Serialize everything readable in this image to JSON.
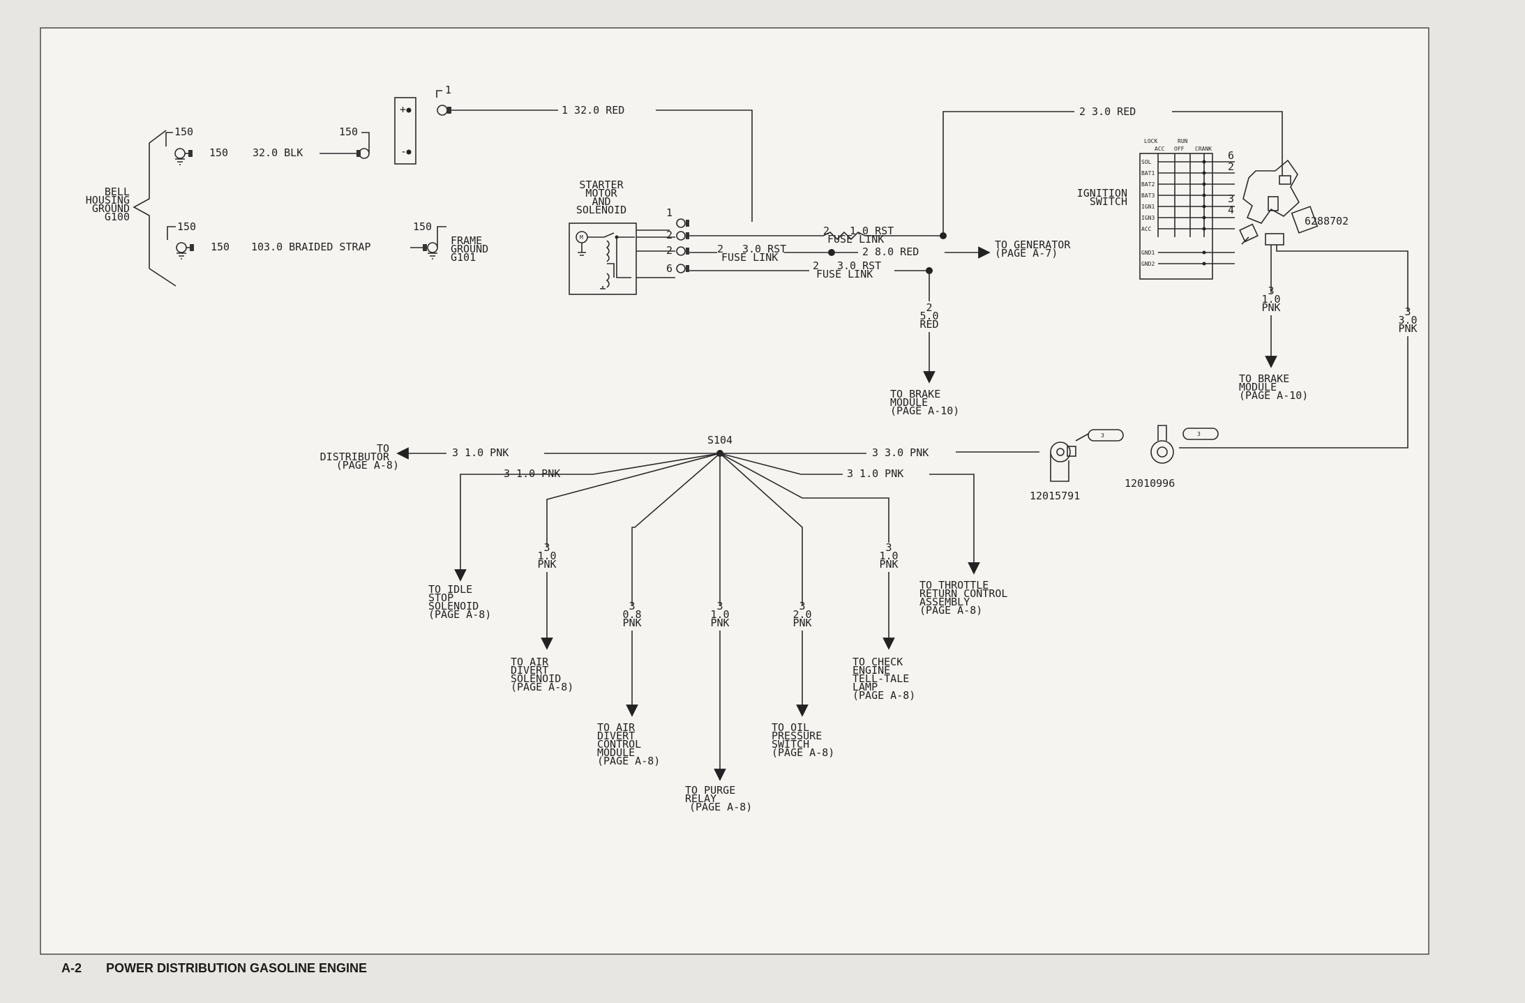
{
  "footer": {
    "page": "A-2",
    "title": "POWER DISTRIBUTION GASOLINE ENGINE"
  },
  "bell_housing_ground": {
    "lines": [
      "BELL",
      "HOUSING",
      "GROUND",
      "G100"
    ]
  },
  "frame_ground": {
    "lines": [
      "FRAME",
      "GROUND",
      "G101"
    ]
  },
  "ground_wires": [
    {
      "left_term": "150",
      "right_term": "150",
      "label": "150",
      "wire": "32.0 BLK"
    },
    {
      "left_term": "150",
      "right_term": "150",
      "label": "150",
      "wire": "103.0 BRAIDED STRAP"
    }
  ],
  "battery": {
    "plus": "+",
    "minus": "-",
    "term": "1"
  },
  "starter": {
    "lines": [
      "STARTER",
      "MOTOR",
      "AND",
      "SOLENOID"
    ],
    "motor_symbol": "M",
    "pins": [
      "1",
      "2",
      "2",
      "6"
    ]
  },
  "wires": {
    "battery_to_starter": "1   32.0 RED",
    "to_ignition": "2   3.0 RED",
    "fl1_circuit": "2",
    "fl1_size": "1.0 RST",
    "fl1_name": "FUSE LINK",
    "fl2_circuit": "2",
    "fl2_size": "3.0 RST",
    "fl2_name": "FUSE LINK",
    "fl3_circuit": "2",
    "fl3_size": "3.0 RST",
    "fl3_name": "FUSE LINK",
    "generator_wire": "2   8.0 RED",
    "brake_wire": [
      "2",
      "5.0",
      "RED"
    ],
    "pnk_to_s104": "3   3.0 PNK",
    "ign_to_brake": [
      "3",
      "1.0",
      "PNK"
    ],
    "ign_to_conn": [
      "3",
      "3.0",
      "PNK"
    ]
  },
  "destinations": {
    "generator": [
      "TO GENERATOR",
      "(PAGE A-7)"
    ],
    "brake_module_1": [
      "TO BRAKE",
      "MODULE",
      "(PAGE A-10)"
    ],
    "brake_module_2": [
      "TO BRAKE",
      "MODULE",
      "(PAGE A-10)"
    ]
  },
  "ignition_switch": {
    "label": [
      "IGNITION",
      "SWITCH"
    ],
    "part": "6288702",
    "positions": [
      "LOCK",
      "RUN",
      "ACC",
      "OFF",
      "CRANK"
    ],
    "rows": [
      "SOL",
      "BAT1",
      "BAT2",
      "BAT3",
      "IGN1",
      "IGN3",
      "ACC",
      "GND1",
      "GND2"
    ],
    "pin_numbers": [
      "6",
      "2",
      "3",
      "4"
    ]
  },
  "connectors": [
    {
      "part": "12015791",
      "pin": "3"
    },
    {
      "part": "12010996",
      "pin": "3"
    }
  ],
  "splice": {
    "name": "S104",
    "branches": [
      {
        "wire": "3   1.0 PNK",
        "dest": [
          "TO",
          "DISTRIBUTOR",
          "(PAGE A-8)"
        ]
      },
      {
        "wire": "3   1.0 PNK",
        "dest": [
          "TO IDLE",
          "STOP",
          "SOLENOID",
          "(PAGE A-8)"
        ]
      },
      {
        "wire": [
          "3",
          "1.0",
          "PNK"
        ],
        "dest": [
          "TO AIR",
          "DIVERT",
          "SOLENOID",
          "(PAGE A-8)"
        ]
      },
      {
        "wire": [
          "3",
          "0.8",
          "PNK"
        ],
        "dest": [
          "TO AIR",
          "DIVERT",
          "CONTROL",
          "MODULE",
          "(PAGE A-8)"
        ]
      },
      {
        "wire": [
          "3",
          "1.0",
          "PNK"
        ],
        "dest": [
          "TO PURGE",
          "RELAY",
          "(PAGE A-8)"
        ]
      },
      {
        "wire": [
          "3",
          "2.0",
          "PNK"
        ],
        "dest": [
          "TO OIL",
          "PRESSURE",
          "SWITCH",
          "(PAGE A-8)"
        ]
      },
      {
        "wire": [
          "3",
          "1.0",
          "PNK"
        ],
        "dest": [
          "TO CHECK",
          "ENGINE",
          "TELL-TALE",
          "LAMP",
          "(PAGE A-8)"
        ]
      },
      {
        "wire": "3   1.0 PNK",
        "dest": [
          "TO THROTTLE",
          "RETURN CONTROL",
          "ASSEMBLY",
          "(PAGE A-8)"
        ]
      }
    ]
  }
}
